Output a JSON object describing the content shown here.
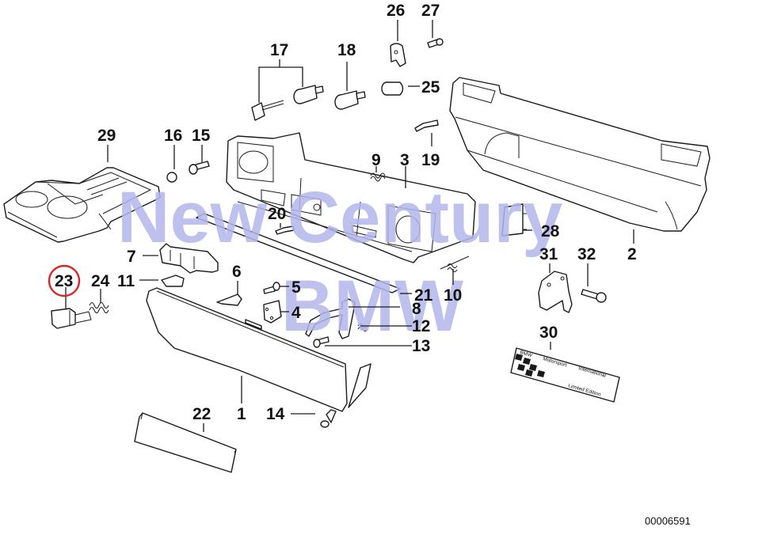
{
  "diagram": {
    "title": "BMW Glove Box Parts Diagram",
    "diagram_id": "00006591",
    "highlighted_part": "23",
    "highlight_color": "#d62828",
    "watermark": {
      "line1": "New Century",
      "line2": "BMW",
      "color": "#b3b6ec"
    },
    "badge": {
      "brand": "BMW",
      "line1": "Motorsport",
      "line2": "International",
      "line3": "Limited Edition"
    },
    "callouts": [
      {
        "id": "1",
        "label": "1"
      },
      {
        "id": "2",
        "label": "2"
      },
      {
        "id": "3",
        "label": "3"
      },
      {
        "id": "4",
        "label": "4"
      },
      {
        "id": "5",
        "label": "5"
      },
      {
        "id": "6",
        "label": "6"
      },
      {
        "id": "7",
        "label": "7"
      },
      {
        "id": "8",
        "label": "8"
      },
      {
        "id": "9",
        "label": "9"
      },
      {
        "id": "10",
        "label": "10"
      },
      {
        "id": "11",
        "label": "11"
      },
      {
        "id": "12",
        "label": "12"
      },
      {
        "id": "13",
        "label": "13"
      },
      {
        "id": "14",
        "label": "14"
      },
      {
        "id": "15",
        "label": "15"
      },
      {
        "id": "16",
        "label": "16"
      },
      {
        "id": "17",
        "label": "17"
      },
      {
        "id": "18",
        "label": "18"
      },
      {
        "id": "19",
        "label": "19"
      },
      {
        "id": "20",
        "label": "20"
      },
      {
        "id": "21",
        "label": "21"
      },
      {
        "id": "22",
        "label": "22"
      },
      {
        "id": "23",
        "label": "23"
      },
      {
        "id": "24",
        "label": "24"
      },
      {
        "id": "25",
        "label": "25"
      },
      {
        "id": "26",
        "label": "26"
      },
      {
        "id": "27",
        "label": "27"
      },
      {
        "id": "28",
        "label": "28"
      },
      {
        "id": "29",
        "label": "29"
      },
      {
        "id": "30",
        "label": "30"
      },
      {
        "id": "31",
        "label": "31"
      },
      {
        "id": "32",
        "label": "32"
      }
    ]
  }
}
